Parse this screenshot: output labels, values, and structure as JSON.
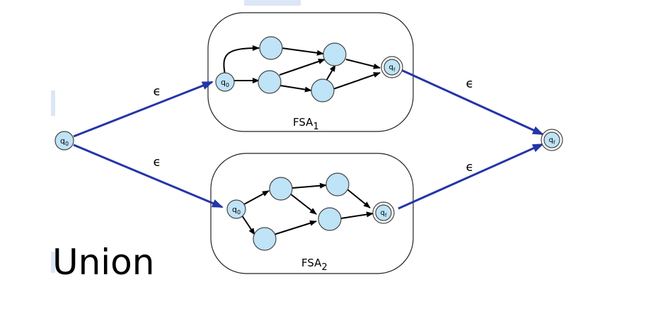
{
  "diagram": {
    "title": "Union",
    "epsilon": "ϵ",
    "q0": {
      "base": "q",
      "sub": "0"
    },
    "qf": {
      "base": "q",
      "sub": "f"
    },
    "fsa1": {
      "base": "FSA",
      "sub": "1"
    },
    "fsa2": {
      "base": "FSA",
      "sub": "2"
    }
  }
}
